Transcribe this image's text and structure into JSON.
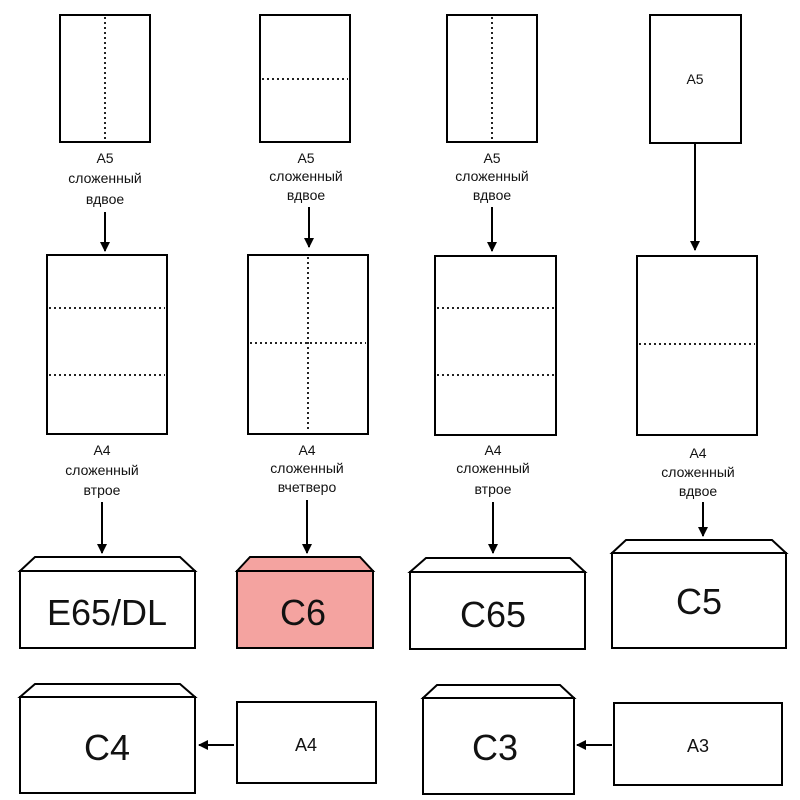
{
  "columns": [
    {
      "small_sheet": {
        "caption": [
          "A5",
          "сложенный",
          "вдвое"
        ]
      },
      "a4_sheet": {
        "caption": [
          "A4",
          "сложенный",
          "втрое"
        ]
      },
      "envelope": {
        "label": "E65/DL"
      }
    },
    {
      "small_sheet": {
        "caption": [
          "A5",
          "сложенный",
          "вдвое"
        ]
      },
      "a4_sheet": {
        "caption": [
          "A4",
          "сложенный",
          "вчетверо"
        ]
      },
      "envelope": {
        "label": "C6",
        "highlight_color": "#f4a3a0"
      }
    },
    {
      "small_sheet": {
        "caption": [
          "A5",
          "сложенный",
          "вдвое"
        ]
      },
      "a4_sheet": {
        "caption": [
          "A4",
          "сложенный",
          "втрое"
        ]
      },
      "envelope": {
        "label": "C65"
      }
    },
    {
      "small_sheet": {
        "inner_label": "A5"
      },
      "a4_sheet": {
        "caption": [
          "A4",
          "сложенный",
          "вдвое"
        ]
      },
      "envelope": {
        "label": "C5"
      }
    }
  ],
  "bottom_row": [
    {
      "sheet_label": "A4",
      "envelope_label": "C4"
    },
    {
      "sheet_label": "A3",
      "envelope_label": "C3"
    }
  ],
  "colors": {
    "envelope_fill": "#ffffff",
    "highlight": "#f4a3a0",
    "stroke": "#000000"
  }
}
